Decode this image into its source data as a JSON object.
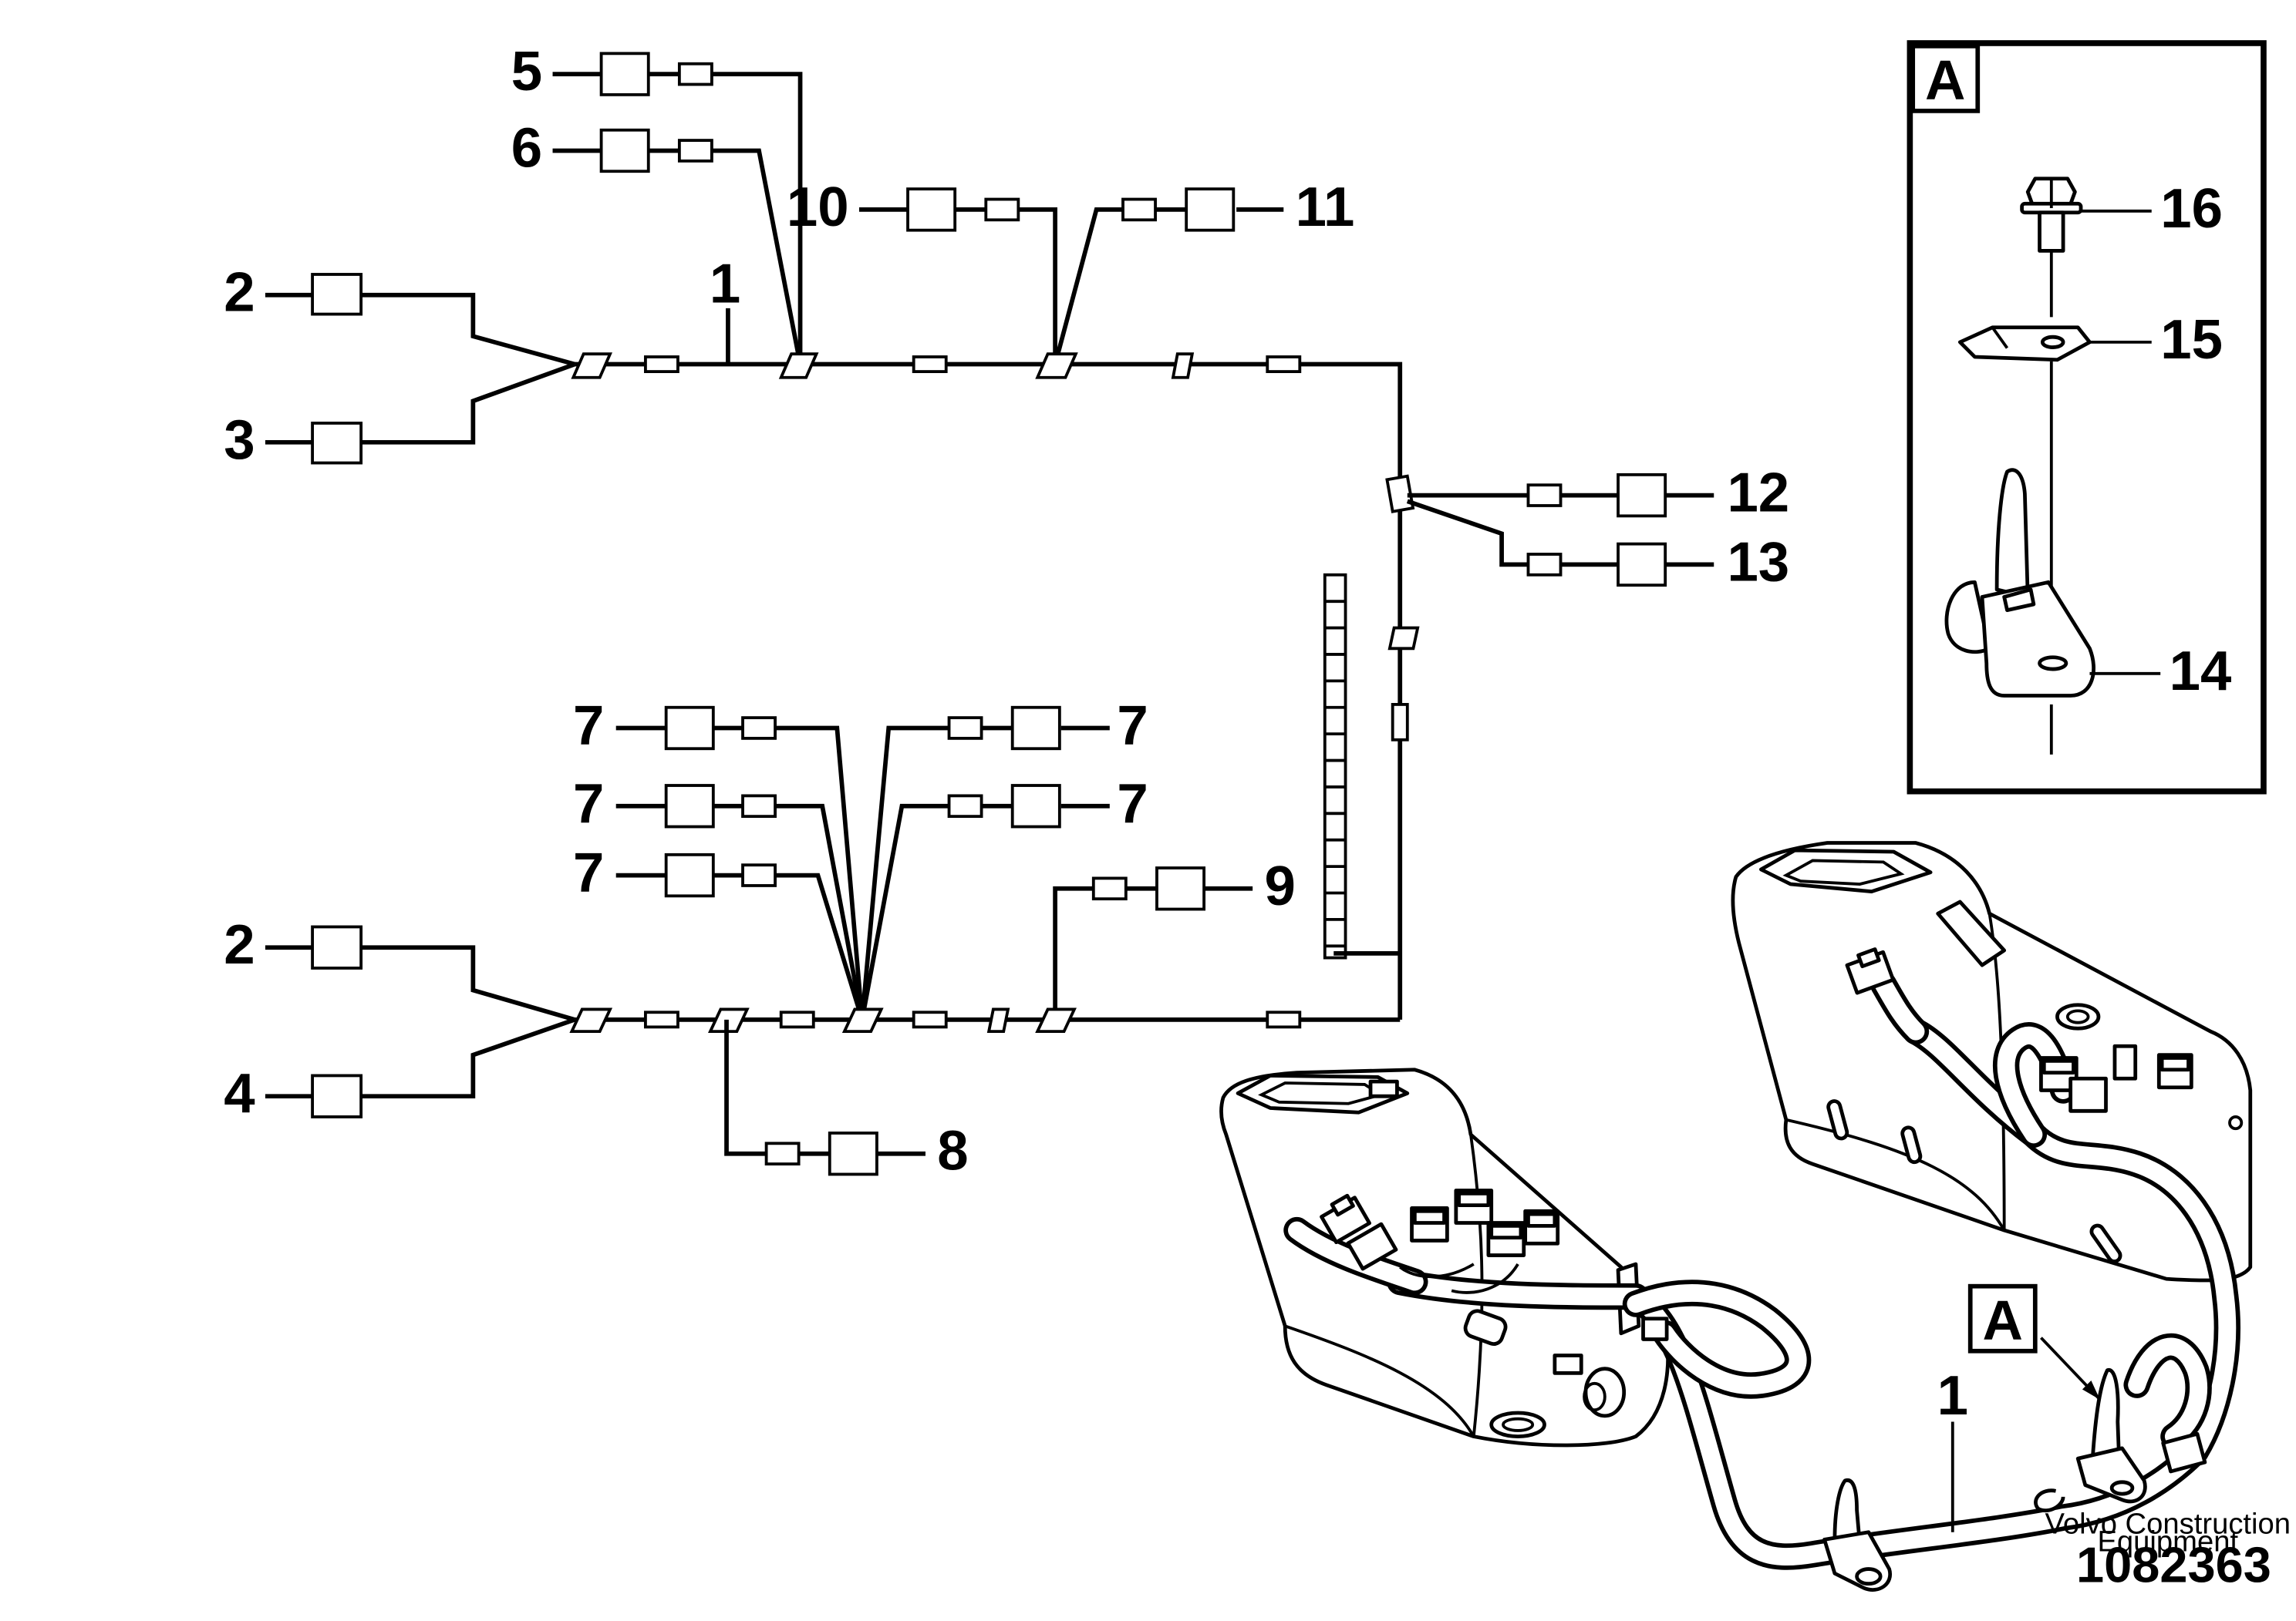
{
  "callouts": {
    "c1": "1",
    "c2a": "2",
    "c2b": "2",
    "c3": "3",
    "c4": "4",
    "c5": "5",
    "c6": "6",
    "c7a": "7",
    "c7b": "7",
    "c7c": "7",
    "c7d": "7",
    "c7e": "7",
    "c8": "8",
    "c9": "9",
    "c10": "10",
    "c11": "11",
    "c12": "12",
    "c13": "13",
    "c14": "14",
    "c15": "15",
    "c16": "16",
    "c1pic": "1"
  },
  "detail": {
    "label": "A",
    "pointer_label": "A"
  },
  "footer": {
    "company_line1": "Volvo Construction",
    "company_line2": "Equipment",
    "drawing_id": "1082363"
  }
}
